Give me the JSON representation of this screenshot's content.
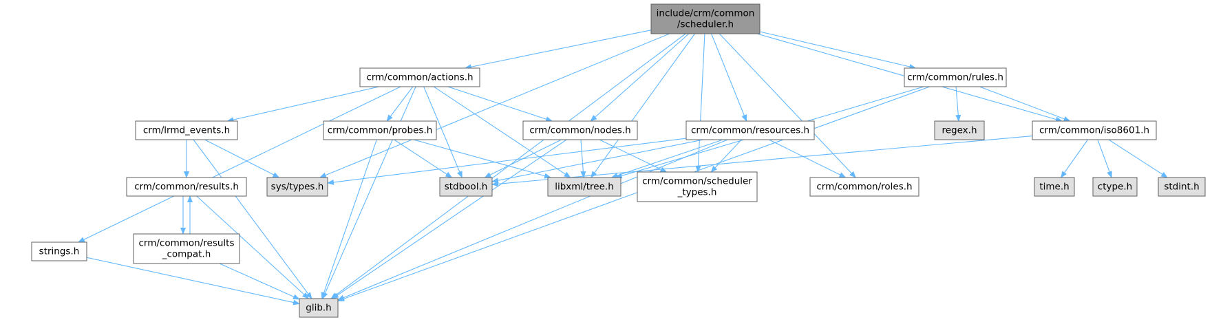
{
  "colors": {
    "root_fill": "#999999",
    "documented_fill": "#ffffff",
    "system_fill": "#e0e0e0",
    "node_border": "#5f5f5f",
    "edge": "#63b8ff"
  },
  "nodes": [
    {
      "id": "root",
      "kind": "root",
      "lines": [
        "include/crm/common",
        "/scheduler.h"
      ]
    },
    {
      "id": "actions",
      "kind": "documented",
      "lines": [
        "crm/common/actions.h"
      ]
    },
    {
      "id": "rules",
      "kind": "documented",
      "lines": [
        "crm/common/rules.h"
      ]
    },
    {
      "id": "lrmd",
      "kind": "documented",
      "lines": [
        "crm/lrmd_events.h"
      ]
    },
    {
      "id": "probes",
      "kind": "documented",
      "lines": [
        "crm/common/probes.h"
      ]
    },
    {
      "id": "nodes",
      "kind": "documented",
      "lines": [
        "crm/common/nodes.h"
      ]
    },
    {
      "id": "resources",
      "kind": "documented",
      "lines": [
        "crm/common/resources.h"
      ]
    },
    {
      "id": "regex",
      "kind": "system",
      "lines": [
        "regex.h"
      ]
    },
    {
      "id": "iso8601",
      "kind": "documented",
      "lines": [
        "crm/common/iso8601.h"
      ]
    },
    {
      "id": "results",
      "kind": "documented",
      "lines": [
        "crm/common/results.h"
      ]
    },
    {
      "id": "systypes",
      "kind": "system",
      "lines": [
        "sys/types.h"
      ]
    },
    {
      "id": "stdbool",
      "kind": "system",
      "lines": [
        "stdbool.h"
      ]
    },
    {
      "id": "tree",
      "kind": "system",
      "lines": [
        "libxml/tree.h"
      ]
    },
    {
      "id": "schedtypes",
      "kind": "documented",
      "lines": [
        "crm/common/scheduler",
        "_types.h"
      ]
    },
    {
      "id": "roles",
      "kind": "documented",
      "lines": [
        "crm/common/roles.h"
      ]
    },
    {
      "id": "time",
      "kind": "system",
      "lines": [
        "time.h"
      ]
    },
    {
      "id": "ctype",
      "kind": "system",
      "lines": [
        "ctype.h"
      ]
    },
    {
      "id": "stdint",
      "kind": "system",
      "lines": [
        "stdint.h"
      ]
    },
    {
      "id": "strings",
      "kind": "documented",
      "lines": [
        "strings.h"
      ]
    },
    {
      "id": "compat",
      "kind": "documented",
      "lines": [
        "crm/common/results",
        "_compat.h"
      ]
    },
    {
      "id": "glib",
      "kind": "system",
      "lines": [
        "glib.h"
      ]
    }
  ],
  "edges": [
    {
      "from": "root",
      "to": "actions"
    },
    {
      "from": "root",
      "to": "rules"
    },
    {
      "from": "root",
      "to": "nodes"
    },
    {
      "from": "root",
      "to": "resources"
    },
    {
      "from": "root",
      "to": "iso8601"
    },
    {
      "from": "root",
      "to": "systypes"
    },
    {
      "from": "root",
      "to": "tree"
    },
    {
      "from": "root",
      "to": "schedtypes"
    },
    {
      "from": "root",
      "to": "roles"
    },
    {
      "from": "root",
      "to": "glib"
    },
    {
      "from": "actions",
      "to": "lrmd"
    },
    {
      "from": "actions",
      "to": "probes"
    },
    {
      "from": "actions",
      "to": "nodes"
    },
    {
      "from": "actions",
      "to": "stdbool"
    },
    {
      "from": "actions",
      "to": "tree"
    },
    {
      "from": "actions",
      "to": "strings"
    },
    {
      "from": "actions",
      "to": "glib"
    },
    {
      "from": "rules",
      "to": "regex"
    },
    {
      "from": "rules",
      "to": "iso8601"
    },
    {
      "from": "rules",
      "to": "tree"
    },
    {
      "from": "rules",
      "to": "glib"
    },
    {
      "from": "lrmd",
      "to": "results"
    },
    {
      "from": "lrmd",
      "to": "systypes"
    },
    {
      "from": "lrmd",
      "to": "glib"
    },
    {
      "from": "probes",
      "to": "stdbool"
    },
    {
      "from": "probes",
      "to": "tree"
    },
    {
      "from": "probes",
      "to": "glib"
    },
    {
      "from": "nodes",
      "to": "stdbool"
    },
    {
      "from": "nodes",
      "to": "tree"
    },
    {
      "from": "nodes",
      "to": "schedtypes"
    },
    {
      "from": "nodes",
      "to": "glib"
    },
    {
      "from": "resources",
      "to": "systypes"
    },
    {
      "from": "resources",
      "to": "stdbool"
    },
    {
      "from": "resources",
      "to": "tree"
    },
    {
      "from": "resources",
      "to": "schedtypes"
    },
    {
      "from": "resources",
      "to": "roles"
    },
    {
      "from": "resources",
      "to": "glib"
    },
    {
      "from": "iso8601",
      "to": "time"
    },
    {
      "from": "iso8601",
      "to": "ctype"
    },
    {
      "from": "iso8601",
      "to": "stdint"
    },
    {
      "from": "iso8601",
      "to": "stdbool"
    },
    {
      "from": "results",
      "to": "compat"
    },
    {
      "from": "results",
      "to": "glib"
    },
    {
      "from": "compat",
      "to": "results"
    },
    {
      "from": "compat",
      "to": "glib"
    },
    {
      "from": "strings",
      "to": "glib"
    }
  ]
}
